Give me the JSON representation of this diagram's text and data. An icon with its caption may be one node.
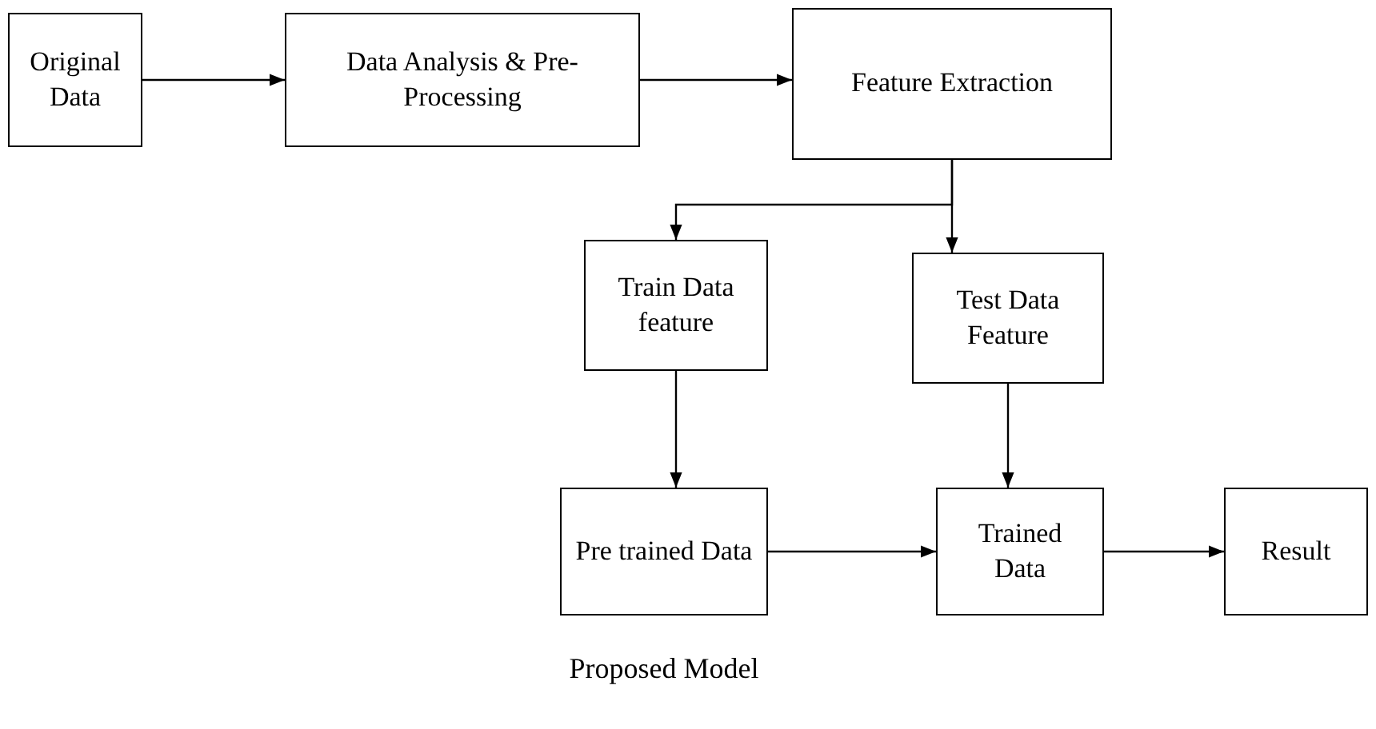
{
  "diagram": {
    "caption": "Proposed Model",
    "nodes": [
      {
        "text": [
          "Original Data"
        ]
      },
      {
        "text": [
          "Data Analysis & Pre-Processing"
        ]
      },
      {
        "text": [
          "Feature Extraction"
        ]
      },
      {
        "text": [
          "Train Data feature"
        ]
      },
      {
        "text": [
          "Test Data Feature"
        ]
      },
      {
        "text": [
          "Pre trained Data"
        ]
      },
      {
        "text": [
          "Trained Data"
        ]
      },
      {
        "text": [
          "Result"
        ]
      }
    ],
    "edges": [
      {
        "from": 0,
        "to": 1,
        "arrow": "to"
      },
      {
        "from": 1,
        "to": 2,
        "arrow": "to"
      },
      {
        "from": 2,
        "to": 3,
        "arrow": "to"
      },
      {
        "from": 2,
        "to": 4,
        "arrow": "to"
      },
      {
        "from": 3,
        "to": 5,
        "arrow": "to"
      },
      {
        "from": 4,
        "to": 6,
        "arrow": "to"
      },
      {
        "from": 5,
        "to": 6,
        "arrow": "to"
      },
      {
        "from": 6,
        "to": 7,
        "arrow": "to"
      }
    ]
  }
}
